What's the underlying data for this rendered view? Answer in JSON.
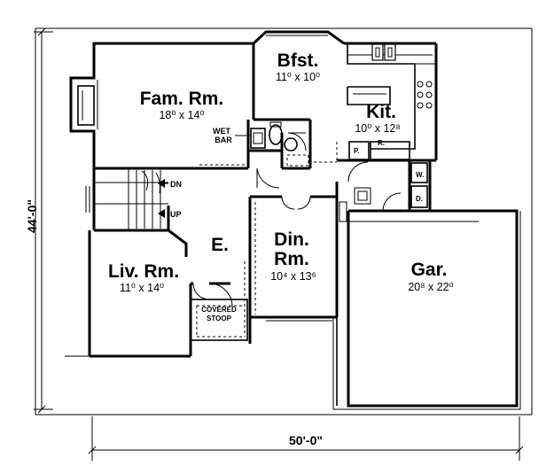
{
  "rooms": {
    "fam": {
      "name": "Fam. Rm.",
      "size": "18⁰ x 14⁰"
    },
    "bfst": {
      "name": "Bfst.",
      "size": "11⁰ x 10⁰"
    },
    "kit": {
      "name": "Kit.",
      "size": "10⁰ x 12⁸"
    },
    "liv": {
      "name": "Liv. Rm.",
      "size": "11⁰ x 14⁰"
    },
    "entry": {
      "name": "E."
    },
    "din": {
      "name_line1": "Din.",
      "name_line2": "Rm.",
      "size": "10⁴ x 13⁶"
    },
    "gar": {
      "name": "Gar.",
      "size": "20⁸ x 22⁰"
    }
  },
  "labels": {
    "wet_bar_1": "WET",
    "wet_bar_2": "BAR",
    "dn": "DN",
    "up": "UP",
    "stoop_1": "COVERED",
    "stoop_2": "STOOP",
    "pantry": "P.",
    "refrigerator": "R.",
    "washer": "W.",
    "dryer": "D."
  },
  "dimensions": {
    "width": "50'-0\"",
    "depth": "44'-0\""
  }
}
